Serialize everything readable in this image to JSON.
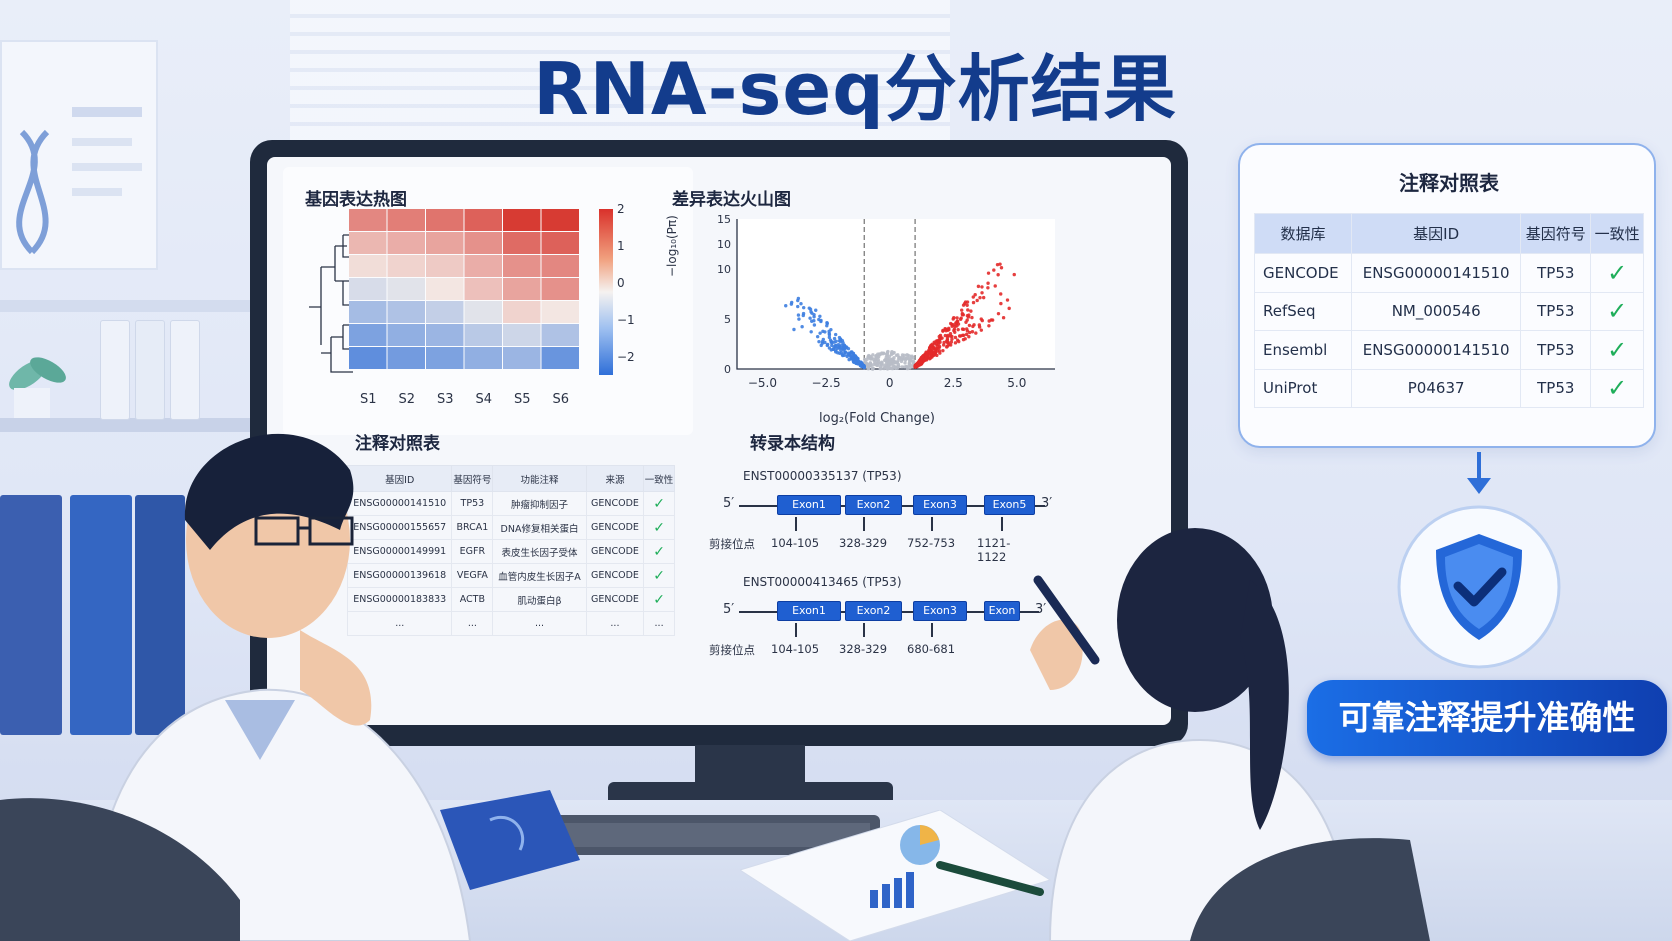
{
  "title": "RNA-seq分析结果",
  "heatmap": {
    "title": "基因表达热图",
    "samples": [
      "S1",
      "S2",
      "S3",
      "S4",
      "S5",
      "S6"
    ],
    "colorbar_ticks": [
      "2",
      "1",
      "0",
      "−1",
      "−2"
    ],
    "values": [
      [
        1.1,
        1.2,
        1.3,
        1.5,
        1.9,
        1.9
      ],
      [
        0.6,
        0.7,
        0.8,
        1.0,
        1.4,
        1.5
      ],
      [
        0.2,
        0.3,
        0.4,
        0.7,
        1.0,
        1.1
      ],
      [
        -0.3,
        -0.2,
        0.1,
        0.5,
        0.8,
        1.0
      ],
      [
        -0.8,
        -0.7,
        -0.5,
        -0.2,
        0.3,
        0.1
      ],
      [
        -1.2,
        -1.0,
        -0.9,
        -0.6,
        -0.4,
        -0.7
      ],
      [
        -1.5,
        -1.3,
        -1.2,
        -1.0,
        -0.9,
        -1.4
      ]
    ]
  },
  "volcano": {
    "title": "差异表达火山图",
    "x_ticks": [
      "−5.0",
      "−2.5",
      "0",
      "2.5",
      "5.0"
    ],
    "y_ticks": [
      "15",
      "10",
      "10",
      "5",
      "0"
    ],
    "xlabel": "log₂(Fold Change)",
    "ylabel": "−log₁₀(Pπ)",
    "colors": {
      "down": "#3d7ee0",
      "up": "#e32a2a",
      "ns": "#b8bcc6"
    }
  },
  "gene_table": {
    "title": "注释对照表",
    "headers": [
      "基因ID",
      "基因符号",
      "功能注释",
      "来源",
      "一致性"
    ],
    "rows": [
      [
        "ENSG00000141510",
        "TP53",
        "肿瘤抑制因子",
        "GENCODE",
        "✓"
      ],
      [
        "ENSG00000155657",
        "BRCA1",
        "DNA修复相关蛋白",
        "GENCODE",
        "✓"
      ],
      [
        "ENSG00000149991",
        "EGFR",
        "表皮生长因子受体",
        "GENCODE",
        "✓"
      ],
      [
        "ENSG00000139618",
        "VEGFA",
        "血管内皮生长因子A",
        "GENCODE",
        "✓"
      ],
      [
        "ENSG00000183833",
        "ACTB",
        "肌动蛋白β",
        "GENCODE",
        "✓"
      ],
      [
        "...",
        "...",
        "...",
        "...",
        "..."
      ]
    ]
  },
  "transcripts": {
    "title": "转录本结构",
    "splice_label": "剪接位点",
    "items": [
      {
        "id": "ENST00000335137 (TP53)",
        "exons": [
          "Exon1",
          "Exon2",
          "Exon3",
          "Exon5"
        ],
        "sites": [
          "104-105",
          "328-329",
          "752-753",
          "1121-1122"
        ]
      },
      {
        "id": "ENST00000413465 (TP53)",
        "exons": [
          "Exon1",
          "Exon2",
          "Exon3",
          "Exon"
        ],
        "sites": [
          "104-105",
          "328-329",
          "680-681"
        ]
      }
    ],
    "five_prime": "5′",
    "three_prime": "3′"
  },
  "annotation_card": {
    "title": "注释对照表",
    "headers": [
      "数据库",
      "基因ID",
      "基因符号",
      "一致性"
    ],
    "rows": [
      [
        "GENCODE",
        "ENSG00000141510",
        "TP53",
        "✓"
      ],
      [
        "RefSeq",
        "NM_000546",
        "TP53",
        "✓"
      ],
      [
        "Ensembl",
        "ENSG00000141510",
        "TP53",
        "✓"
      ],
      [
        "UniProt",
        "P04637",
        "TP53",
        "✓"
      ]
    ]
  },
  "badge_text": "可靠注释提升准确性",
  "icons": [
    "shield-check-icon",
    "arrow-down-icon"
  ],
  "colors": {
    "brand": "#133c8c",
    "accent": "#1f5fd1",
    "check": "#1fae5a"
  }
}
